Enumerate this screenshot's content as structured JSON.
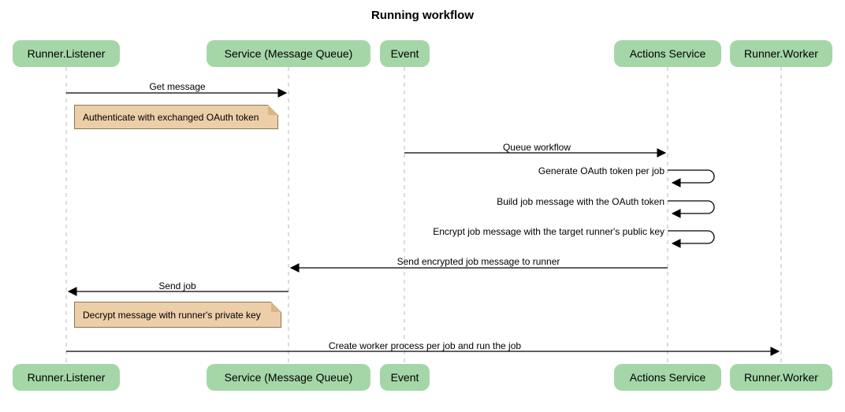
{
  "title": "Running workflow",
  "participants": [
    {
      "label": "Runner.Listener"
    },
    {
      "label": "Service (Message Queue)"
    },
    {
      "label": "Event"
    },
    {
      "label": "Actions Service"
    },
    {
      "label": "Runner.Worker"
    }
  ],
  "messages": [
    {
      "label": "Get message",
      "from": "Runner.Listener",
      "to": "Service (Message Queue)",
      "type": "arrow"
    },
    {
      "label": "Queue workflow",
      "from": "Event",
      "to": "Actions Service",
      "type": "arrow"
    },
    {
      "label": "Generate OAuth token per job",
      "from": "Actions Service",
      "to": "Actions Service",
      "type": "self"
    },
    {
      "label": "Build job message with the OAuth token",
      "from": "Actions Service",
      "to": "Actions Service",
      "type": "self"
    },
    {
      "label": "Encrypt job message with the target runner's public key",
      "from": "Actions Service",
      "to": "Actions Service",
      "type": "self"
    },
    {
      "label": "Send encrypted job message to runner",
      "from": "Actions Service",
      "to": "Service (Message Queue)",
      "type": "arrow"
    },
    {
      "label": "Send job",
      "from": "Service (Message Queue)",
      "to": "Runner.Listener",
      "type": "arrow"
    },
    {
      "label": "Create worker process per job and run the job",
      "from": "Runner.Listener",
      "to": "Runner.Worker",
      "type": "arrow"
    }
  ],
  "notes": [
    {
      "label": "Authenticate with exchanged OAuth token",
      "over": "Runner.Listener"
    },
    {
      "label": "Decrypt message with runner's private key",
      "over": "Runner.Listener"
    }
  ],
  "colors": {
    "participant_fill": "#A5D6A7",
    "note_fill": "#ECCEA9",
    "note_border": "#8F7350",
    "note_fold": "#D9B585",
    "lifeline": "#BABABA",
    "arrow": "#000000",
    "background": "#FFFFFF",
    "text": "#000000"
  }
}
